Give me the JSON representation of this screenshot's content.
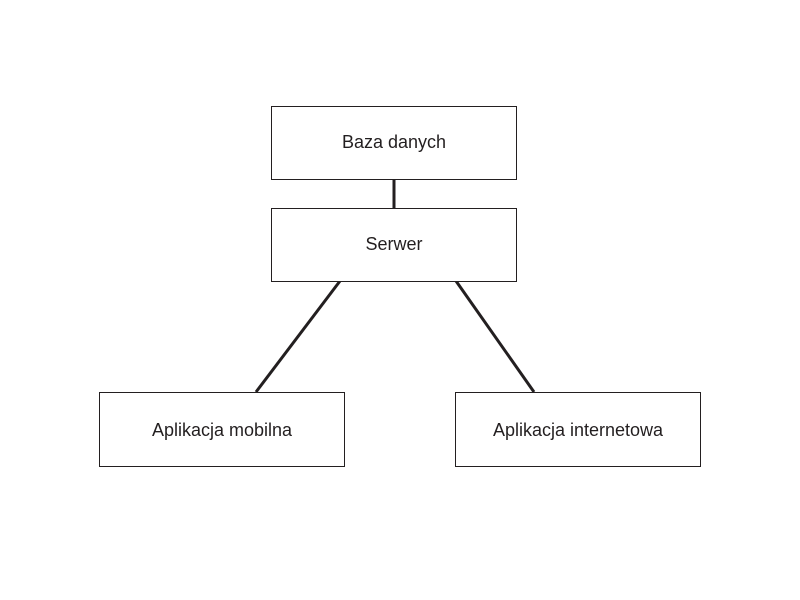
{
  "nodes": {
    "database": {
      "label": "Baza danych"
    },
    "server": {
      "label": "Serwer"
    },
    "mobile_app": {
      "label": "Aplikacja mobilna"
    },
    "web_app": {
      "label": "Aplikacja internetowa"
    }
  },
  "edges": [
    {
      "from": "database",
      "to": "server"
    },
    {
      "from": "server",
      "to": "mobile_app"
    },
    {
      "from": "server",
      "to": "web_app"
    }
  ],
  "colors": {
    "stroke": "#231f20",
    "background": "#ffffff"
  }
}
